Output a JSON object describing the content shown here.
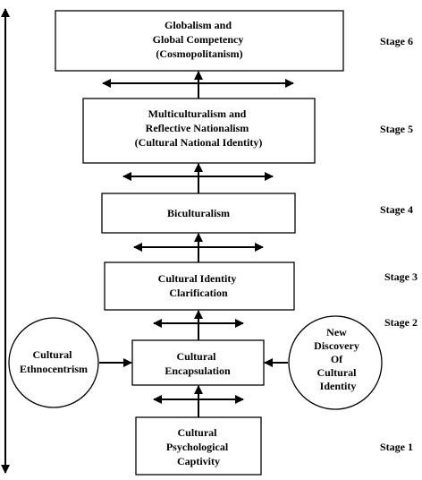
{
  "boxes": {
    "stage6_box": [
      "Globalism and",
      "Global Competency",
      "(Cosmopolitanism)"
    ],
    "stage5_box": [
      "Multiculturalism and",
      "Reflective Nationalism",
      "(Cultural National Identity)"
    ],
    "stage4_box": [
      "Biculturalism"
    ],
    "stage3_box": [
      "Cultural Identity",
      "Clarification"
    ],
    "stage2_box": [
      "Cultural",
      "Encapsulation"
    ],
    "stage1_box": [
      "Cultural",
      "Psychological",
      "Captivity"
    ]
  },
  "circles": {
    "left": [
      "Cultural",
      "Ethnocentrism"
    ],
    "right": [
      "New",
      "Discovery",
      "Of",
      "Cultural",
      "Identity"
    ]
  },
  "stages": {
    "s6": "Stage 6",
    "s5": "Stage 5",
    "s4": "Stage 4",
    "s3": "Stage 3",
    "s2": "Stage 2",
    "s1": "Stage 1"
  }
}
